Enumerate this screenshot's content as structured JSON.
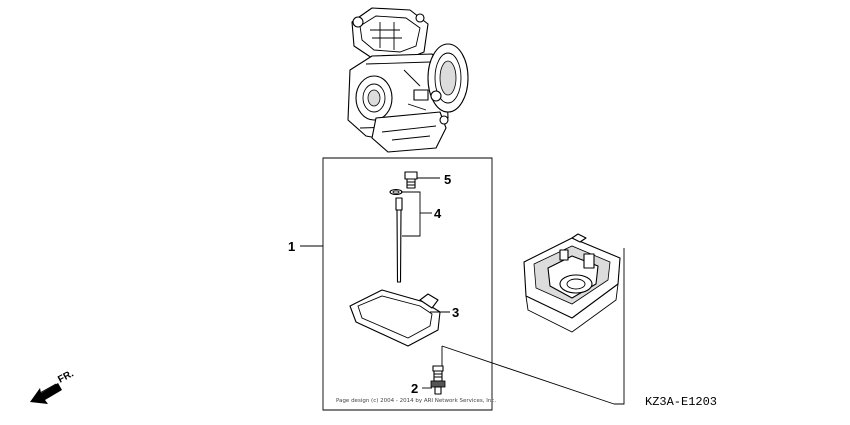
{
  "callouts": {
    "c1": "1",
    "c2": "2",
    "c3": "3",
    "c4": "4",
    "c5": "5"
  },
  "diagram_code": "KZ3A-E1203",
  "copyright": "Page design (c) 2004 - 2014 by ARI Network Services, Inc.",
  "direction": {
    "label": "FR.",
    "icon": "front-direction-arrow-icon"
  }
}
